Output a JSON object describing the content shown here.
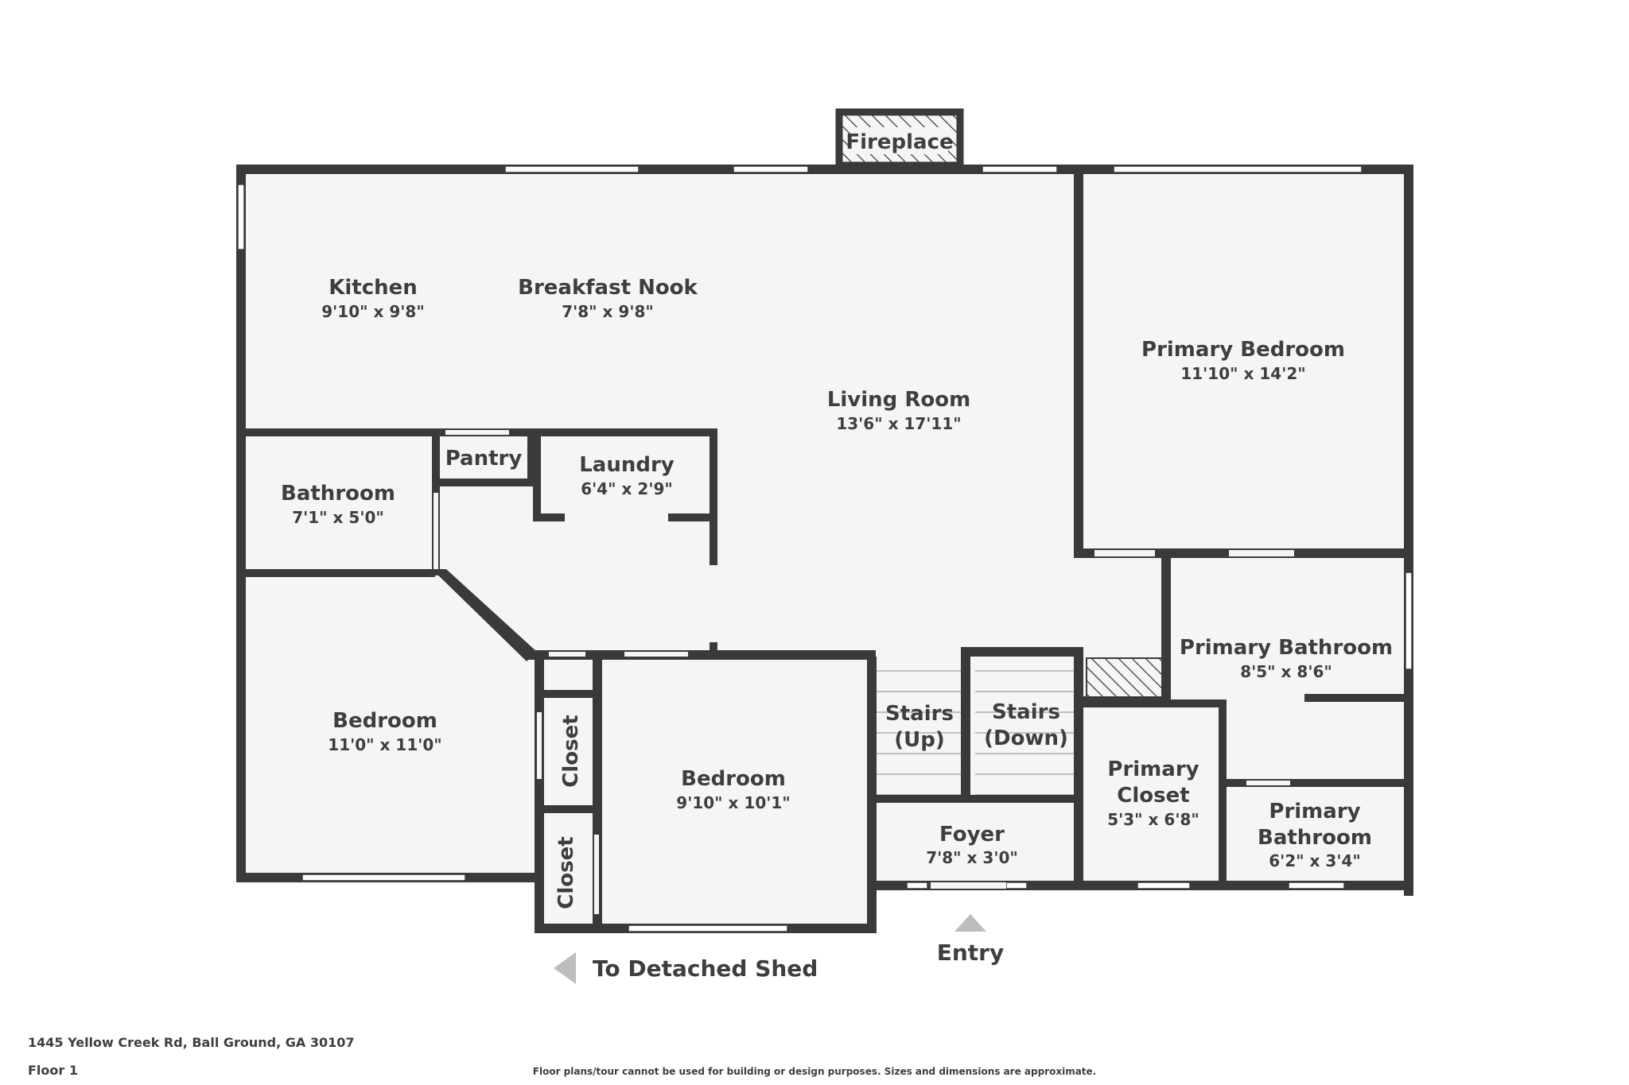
{
  "plan": {
    "colors": {
      "wall": "#3a3a3a",
      "floor": "#f5f5f5",
      "text": "#3e3e3e",
      "arrow": "#bdbdbd"
    },
    "rooms": {
      "kitchen": {
        "name": "Kitchen",
        "dim": "9'10\" x 9'8\""
      },
      "breakfast_nook": {
        "name": "Breakfast Nook",
        "dim": "7'8\" x 9'8\""
      },
      "living_room": {
        "name": "Living Room",
        "dim": "13'6\" x 17'11\""
      },
      "primary_bedroom": {
        "name": "Primary Bedroom",
        "dim": "11'10\" x 14'2\""
      },
      "bathroom": {
        "name": "Bathroom",
        "dim": "7'1\" x 5'0\""
      },
      "pantry": {
        "name": "Pantry"
      },
      "laundry": {
        "name": "Laundry",
        "dim": "6'4\" x 2'9\""
      },
      "bedroom_left": {
        "name": "Bedroom",
        "dim": "11'0\" x 11'0\""
      },
      "closet_upper": {
        "name": "Closet"
      },
      "closet_lower": {
        "name": "Closet"
      },
      "bedroom_center": {
        "name": "Bedroom",
        "dim": "9'10\" x 10'1\""
      },
      "stairs_up": {
        "line1": "Stairs",
        "line2": "(Up)"
      },
      "stairs_down": {
        "line1": "Stairs",
        "line2": "(Down)"
      },
      "foyer": {
        "name": "Foyer",
        "dim": "7'8\" x 3'0\""
      },
      "primary_bathroom": {
        "name": "Primary Bathroom",
        "dim": "8'5\" x 8'6\""
      },
      "primary_closet": {
        "line1": "Primary",
        "line2": "Closet",
        "dim": "5'3\" x 6'8\""
      },
      "primary_bathroom_small": {
        "line1": "Primary",
        "line2": "Bathroom",
        "dim": "6'2\" x 3'4\""
      },
      "fireplace": {
        "name": "Fireplace"
      }
    },
    "entry_label": "Entry",
    "shed_label": "To Detached Shed"
  },
  "footer": {
    "address": "1445 Yellow Creek Rd, Ball Ground, GA 30107",
    "floor": "Floor 1",
    "disclaimer": "Floor plans/tour cannot be used for building or design purposes. Sizes and dimensions are approximate."
  }
}
